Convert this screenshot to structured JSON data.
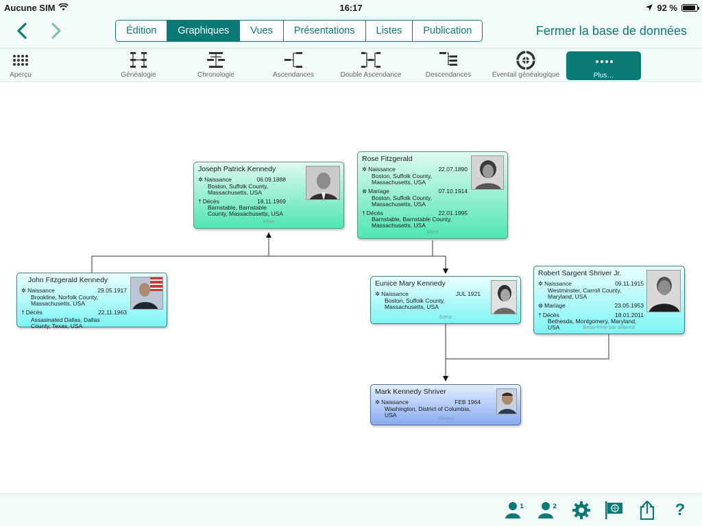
{
  "status": {
    "carrier": "Aucune SIM",
    "time": "16:17",
    "battery_text": "92 %",
    "battery_level": 0.92
  },
  "nav": {
    "tabs": [
      "Édition",
      "Graphiques",
      "Vues",
      "Présentations",
      "Listes",
      "Publication"
    ],
    "active_tab": "Graphiques",
    "close_label": "Fermer la base de données"
  },
  "toolbar": {
    "overview": "Aperçu",
    "items": [
      "Généalogie",
      "Chronologie",
      "Ascendances",
      "Double Ascendance",
      "Descendances",
      "Éventail généalogique"
    ],
    "more": "Plus…"
  },
  "persons": {
    "joseph": {
      "name": "Joseph Patrick Kennedy",
      "birth_label": "Naissance",
      "birth_date": "06.09.1888",
      "birth_place": "Boston, Suffolk County, Massachusetts, USA",
      "death_label": "Décès",
      "death_date": "18.11.1969",
      "death_place": "Barnstable, Barnstable County, Massachusetts, USA",
      "role": "Père"
    },
    "rose": {
      "name": "Rose Fitzgerald",
      "birth_label": "Naissance",
      "birth_date": "22.07.1890",
      "birth_place": "Boston, Suffolk County, Massachusetts, USA",
      "marriage_label": "Mariage",
      "marriage_date": "07.10.1914",
      "marriage_place": "Boston, Suffolk County, Massachusetts, USA",
      "death_label": "Décès",
      "death_date": "22.01.1995",
      "death_place": "Barnstable, Barnstable County, Massachusetts, USA",
      "role": "Mère"
    },
    "john": {
      "name": "John Fitzgerald Kennedy",
      "birth_label": "Naissance",
      "birth_date": "29.05.1917",
      "birth_place": "Brookline, Norfolk County, Massachusetts, USA",
      "death_label": "Décès",
      "death_date": "22.11.1963",
      "death_place": "Assasinated Dallas, Dallas County, Texas, USA"
    },
    "eunice": {
      "name": "Eunice Mary Kennedy",
      "birth_label": "Naissance",
      "birth_date": "JUL 1921",
      "birth_place": "Boston, Suffolk County, Massachusetts, USA",
      "role": "Sœur"
    },
    "robert": {
      "name": "Robert Sargent Shriver Jr.",
      "birth_label": "Naissance",
      "birth_date": "09.11.1915",
      "birth_place": "Westminster, Carroll County, Maryland, USA",
      "marriage_label": "Mariage",
      "marriage_date": "23.05.1953",
      "death_label": "Décès",
      "death_date": "18.01.2011",
      "death_place": "Bethesda, Montgomery, Maryland, USA",
      "role": "Beau-frère par alliance"
    },
    "mark": {
      "name": "Mark Kennedy Shriver",
      "birth_label": "Naissance",
      "birth_date": "FEB 1964",
      "birth_place": "Washington, District of Columbia, USA",
      "role": "Neveu"
    }
  },
  "bottom_icons": [
    "person-1-icon",
    "person-2-icon",
    "settings-icon",
    "un-flag-icon",
    "share-icon",
    "help-icon"
  ],
  "help_label": "?",
  "colors": {
    "accent": "#0a7a77",
    "bar_bg": "#f3fafa"
  }
}
